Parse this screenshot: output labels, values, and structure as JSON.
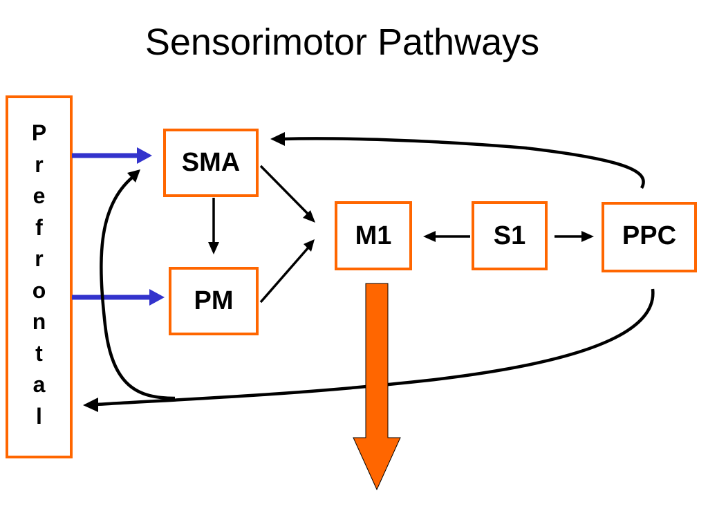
{
  "title": "Sensorimotor Pathways",
  "nodes": {
    "prefrontal": {
      "letters": [
        "P",
        "r",
        "e",
        "f",
        "r",
        "o",
        "n",
        "t",
        "a",
        "l"
      ]
    },
    "sma": {
      "label": "SMA"
    },
    "pm": {
      "label": "PM"
    },
    "m1": {
      "label": "M1"
    },
    "s1": {
      "label": "S1"
    },
    "ppc": {
      "label": "PPC"
    }
  },
  "colors": {
    "box_border": "#ff6600",
    "output_arrow": "#ff6600",
    "prefrontal_arrows": "#3333cc",
    "connections": "#000000"
  }
}
